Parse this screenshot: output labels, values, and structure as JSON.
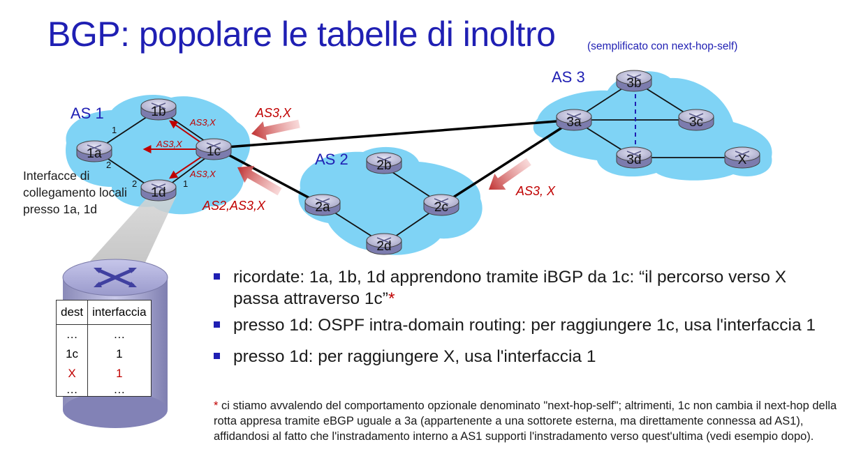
{
  "header": {
    "title": "BGP: popolare le tabelle di inoltro",
    "subtitle": "(semplificato con next-hop-self)"
  },
  "diagram": {
    "as_labels": {
      "as1": "AS 1",
      "as2": "AS 2",
      "as3": "AS 3"
    },
    "routers": {
      "r1a": "1a",
      "r1b": "1b",
      "r1c": "1c",
      "r1d": "1d",
      "r2a": "2a",
      "r2b": "2b",
      "r2c": "2c",
      "r2d": "2d",
      "r3a": "3a",
      "r3b": "3b",
      "r3c": "3c",
      "r3d": "3d",
      "x": "X"
    },
    "route_labels": {
      "top": "AS3,X",
      "to_1b": "AS3,X",
      "to_1a": "AS3,X",
      "to_1d": "AS3,X",
      "from_2a": "AS2,AS3,X",
      "right": "AS3, X"
    },
    "interface_numbers": {
      "b1": "1",
      "a2": "2",
      "d2": "2",
      "d1": "1"
    },
    "interface_caption": "Interfacce di collegamento locali presso 1a, 1d",
    "accent_blue": "#1f1fb3",
    "accent_red": "#c00000",
    "cloud_color": "#7fd3f5"
  },
  "forwarding_table": {
    "headers": [
      "dest",
      "interfaccia"
    ],
    "rows": [
      {
        "dest": "…",
        "iface": "…"
      },
      {
        "dest": "1c",
        "iface": "1"
      },
      {
        "dest": "X",
        "iface": "1"
      },
      {
        "dest": "…",
        "iface": "…"
      }
    ]
  },
  "bullets": [
    {
      "text": "ricordate: 1a, 1b, 1d apprendono tramite iBGP da 1c: “il percorso verso X passa attraverso 1c”",
      "star": "*"
    },
    {
      "text": "presso 1d: OSPF intra-domain routing: per raggiungere 1c, usa l'interfaccia 1"
    },
    {
      "text": "presso 1d: per raggiungere X, usa l'interfaccia 1"
    }
  ],
  "footnote": {
    "star": "*",
    "text": " ci stiamo avvalendo del comportamento opzionale denominato \"next-hop-self\"; altrimenti, 1c non cambia il next-hop della rotta appresa tramite eBGP uguale a 3a (appartenente a una sottorete esterna, ma direttamente connessa ad AS1), affidandosi al fatto che l'instradamento interno a AS1 supporti l'instradamento verso quest'ultima (vedi esempio dopo)."
  }
}
